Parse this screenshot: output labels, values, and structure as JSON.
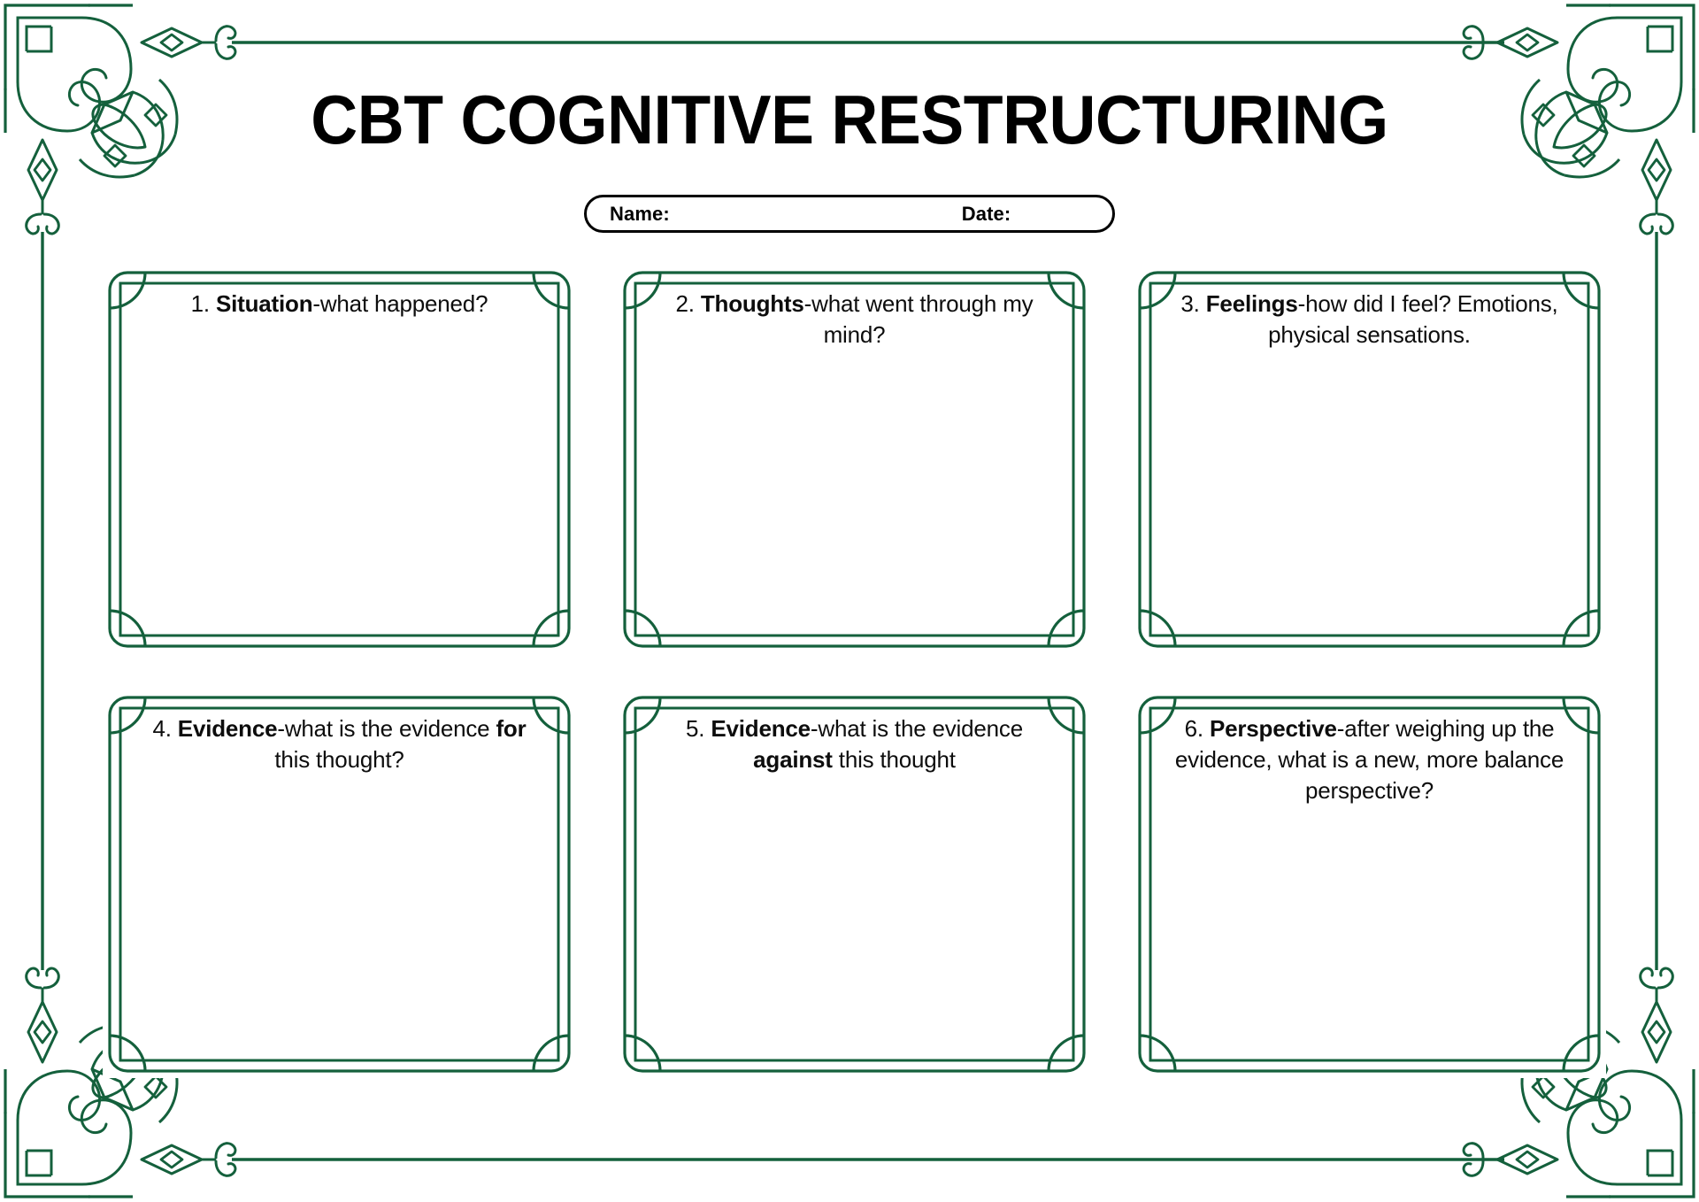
{
  "document": {
    "title": "CBT COGNITIVE RESTRUCTURING",
    "type": "worksheet",
    "accent_color": "#14603c",
    "text_color": "#000000",
    "background_color": "#ffffff"
  },
  "header": {
    "name_label": "Name:",
    "date_label": "Date:",
    "name_value": "",
    "date_value": ""
  },
  "boxes": [
    {
      "number": "1.",
      "keyword": "Situation",
      "rest": "-what happened?",
      "full_text": "1. Situation-what happened?",
      "answer": ""
    },
    {
      "number": "2.",
      "keyword": "Thoughts",
      "rest": "-what went through my mind?",
      "full_text": "2. Thoughts-what went through my mind?",
      "answer": ""
    },
    {
      "number": "3.",
      "keyword": "Feelings",
      "rest": "-how did I feel? Emotions, physical sensations.",
      "full_text": "3. Feelings-how did I feel? Emotions, physical sensations.",
      "answer": ""
    },
    {
      "number": "4.",
      "keyword": "Evidence",
      "rest": "-what is the evidence for this thought?",
      "emphasis": "for",
      "full_text": "4. Evidence-what is the evidence for this thought?",
      "answer": ""
    },
    {
      "number": "5.",
      "keyword": "Evidence",
      "rest": "-what is the evidence against this thought",
      "emphasis": "against",
      "full_text": "5. Evidence-what is the evidence against this thought",
      "answer": ""
    },
    {
      "number": "6.",
      "keyword": "Perspective",
      "rest": "-after weighing up the evidence, what is a new, more balance perspective?",
      "full_text": "6. Perspective-after weighing up the evidence, what is a new, more balance perspective?",
      "answer": ""
    }
  ]
}
